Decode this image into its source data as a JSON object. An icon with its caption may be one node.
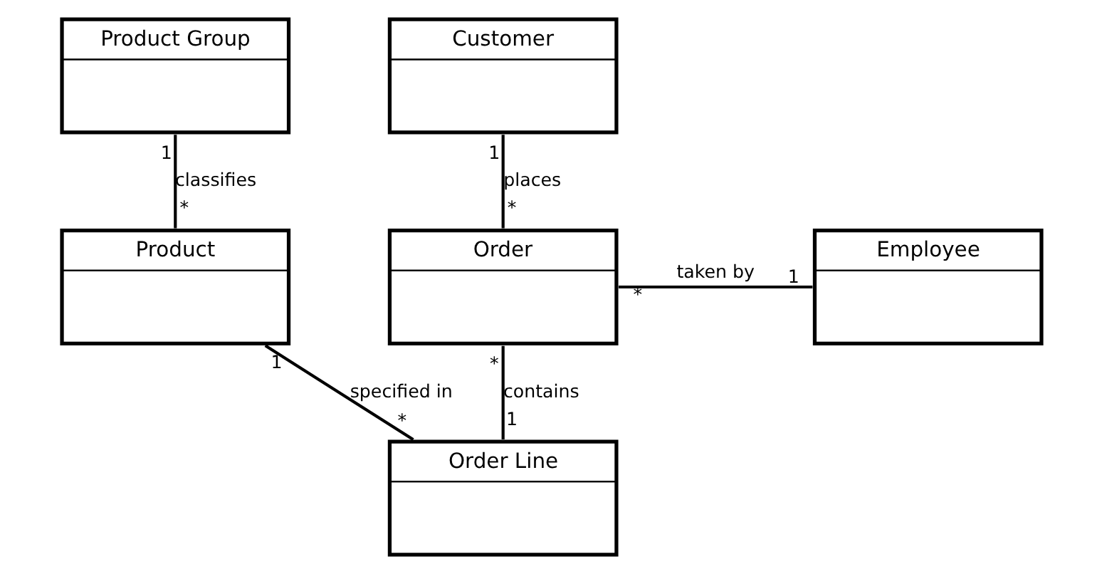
{
  "diagram": {
    "nodes": [
      {
        "text": [
          "Product Group"
        ]
      },
      {
        "text": [
          "Customer"
        ]
      },
      {
        "text": [
          "Product"
        ]
      },
      {
        "text": [
          "Order"
        ]
      },
      {
        "text": [
          "Employee"
        ]
      },
      {
        "text": [
          "Order Line"
        ]
      }
    ],
    "edges": [
      {
        "from": 0,
        "to": 2,
        "arrow": "none",
        "label": "classifies"
      },
      {
        "from": 1,
        "to": 3,
        "arrow": "none",
        "label": "places"
      },
      {
        "from": 3,
        "to": 4,
        "arrow": "none",
        "label": "taken by"
      },
      {
        "from": 3,
        "to": 5,
        "arrow": "none",
        "label": "contains"
      },
      {
        "from": 2,
        "to": 5,
        "arrow": "none",
        "label": "specified in"
      }
    ],
    "labels": [
      "1",
      "1",
      "*",
      "*",
      "*",
      "1",
      "*",
      "1",
      "1",
      "*"
    ]
  }
}
